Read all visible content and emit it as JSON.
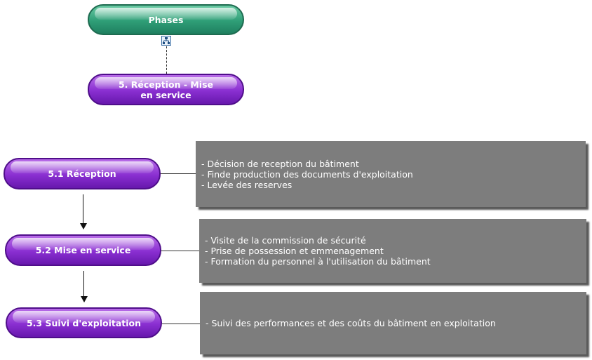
{
  "nodes": {
    "phases": "Phases",
    "phase5": "5. Réception - Mise en service",
    "step1": "5.1 Réception",
    "step2": "5.2 Mise en service",
    "step3": "5.3 Suivi d'exploitation"
  },
  "notes": {
    "step1": [
      "- Décision de reception du bâtiment",
      "- Finde production des documents d'exploitation",
      "- Levée des reserves"
    ],
    "step2": [
      "- Visite de la commission de sécurité",
      "- Prise de possession et emmenagement",
      "- Formation du personnel à l'utilisation du bâtiment"
    ],
    "step3": [
      "- Suivi des performances et des coûts du bâtiment en exploitation"
    ]
  },
  "icons": {
    "connector": "org-chart-icon"
  },
  "colors": {
    "phase_node": "#2f9e77",
    "step_node": "#8a2fd1",
    "note_box": "#7d7d7d"
  }
}
